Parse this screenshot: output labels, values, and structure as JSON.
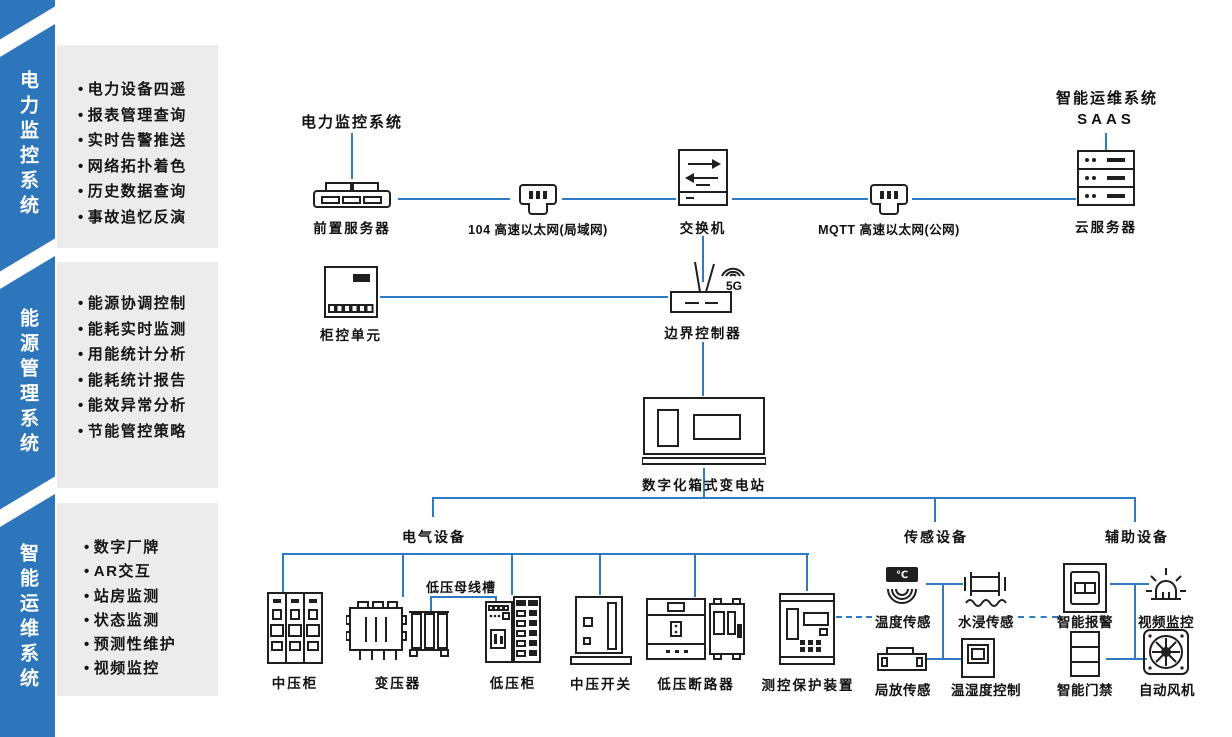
{
  "colors": {
    "banner_blue": "#2e76bc",
    "line_blue": "#2b7cc4",
    "panel_gray": "#ececec",
    "ink": "#111111"
  },
  "sidebar": {
    "sections": [
      {
        "title": "电力监控系统",
        "items": [
          "电力设备四遥",
          "报表管理查询",
          "实时告警推送",
          "网络拓扑着色",
          "历史数据查询",
          "事故追忆反演"
        ]
      },
      {
        "title": "能源管理系统",
        "items": [
          "能源协调控制",
          "能耗实时监测",
          "用能统计分析",
          "能耗统计报告",
          "能效异常分析",
          "节能管控策略"
        ]
      },
      {
        "title": "智能运维系统",
        "items": [
          "数字厂牌",
          "AR交互",
          "站房监测",
          "状态监测",
          "预测性维护",
          "视频监控"
        ]
      }
    ]
  },
  "diagram": {
    "top": {
      "scada_label": "电力监控系统",
      "front_server": "前置服务器",
      "lan_link": "104 高速以太网(局域网)",
      "switch": "交换机",
      "wan_link": "MQTT 高速以太网(公网)",
      "cloud_server": "云服务器",
      "saas_line1": "智能运维系统",
      "saas_line2": "SAAS"
    },
    "middle": {
      "cabinet_unit": "柜控单元",
      "edge_controller": "边界控制器",
      "g5": "5G",
      "substation": "数字化箱式变电站"
    },
    "groups": {
      "electrical": "电气设备",
      "sensing": "传感设备",
      "auxiliary": "辅助设备"
    },
    "busway_label": "低压母线槽",
    "temp_unit": "℃",
    "electrical_devices": [
      "中压柜",
      "变压器",
      "低压柜",
      "中压开关",
      "低压断路器",
      "测控保护装置"
    ],
    "sensors": [
      "温度传感",
      "水浸传感",
      "局放传感",
      "温湿度控制"
    ],
    "auxiliary_devices": [
      "智能报警",
      "视频监控",
      "智能门禁",
      "自动风机"
    ]
  }
}
